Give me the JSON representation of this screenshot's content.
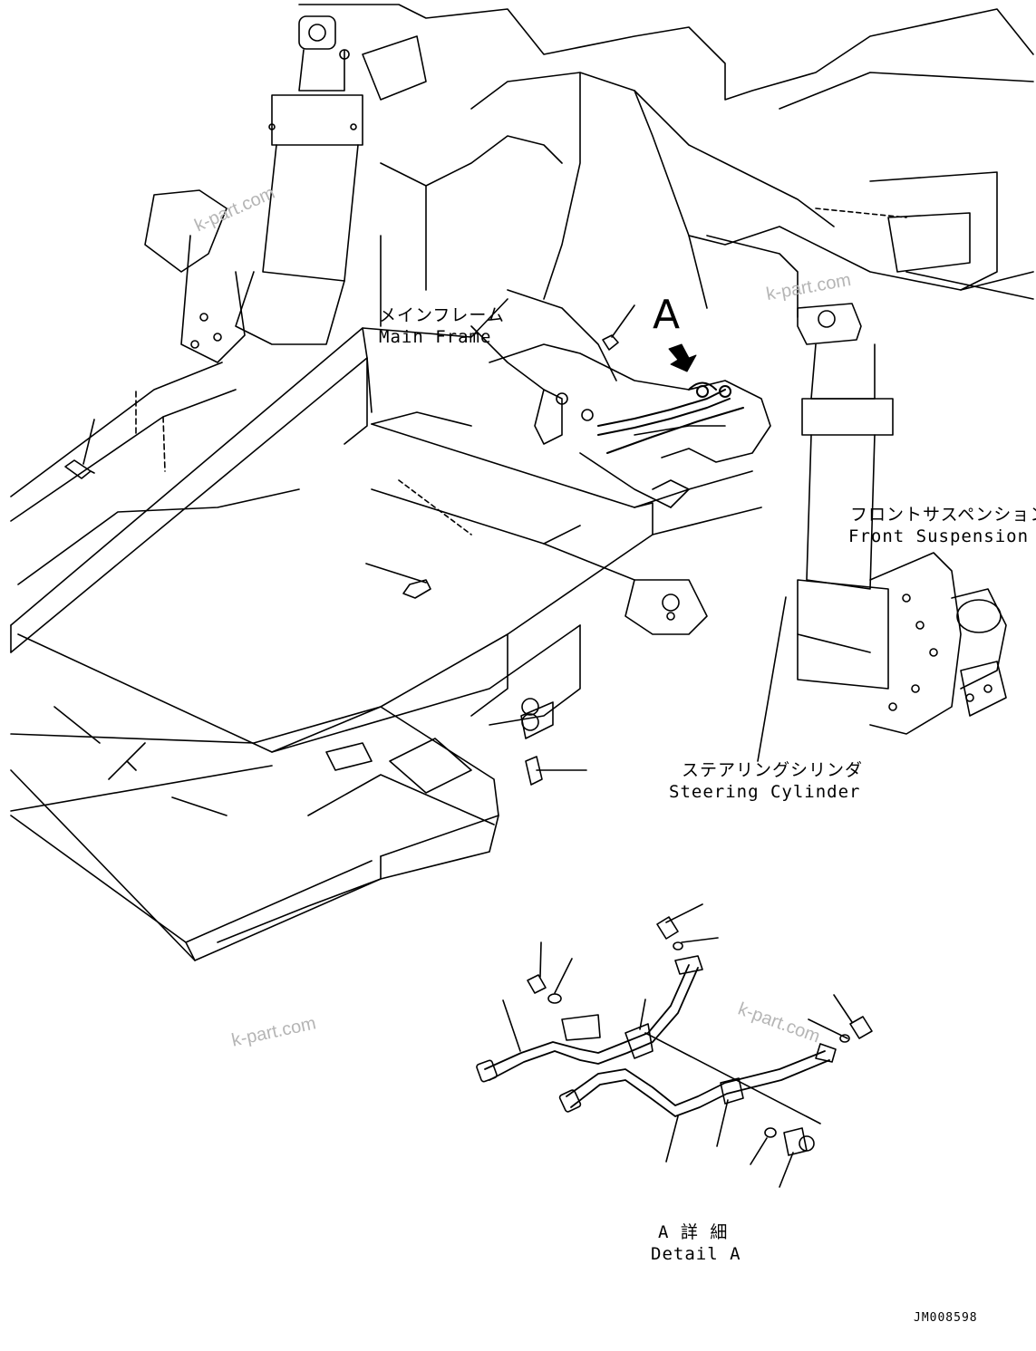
{
  "labels": {
    "main_frame": {
      "jp": "メインフレーム",
      "en": "Main Frame"
    },
    "front_suspension": {
      "jp": "フロントサスペンション",
      "en": "Front Suspension"
    },
    "steering_cylinder": {
      "jp": "ステアリングシリンダ",
      "en": "Steering Cylinder"
    },
    "detail": {
      "jp": "A 詳 細",
      "en": "Detail A"
    },
    "view_marker": "A"
  },
  "watermarks": [
    "k-part.com",
    "k-part.com",
    "k-part.com",
    "k-part.com"
  ],
  "drawing_code": "JM008598"
}
